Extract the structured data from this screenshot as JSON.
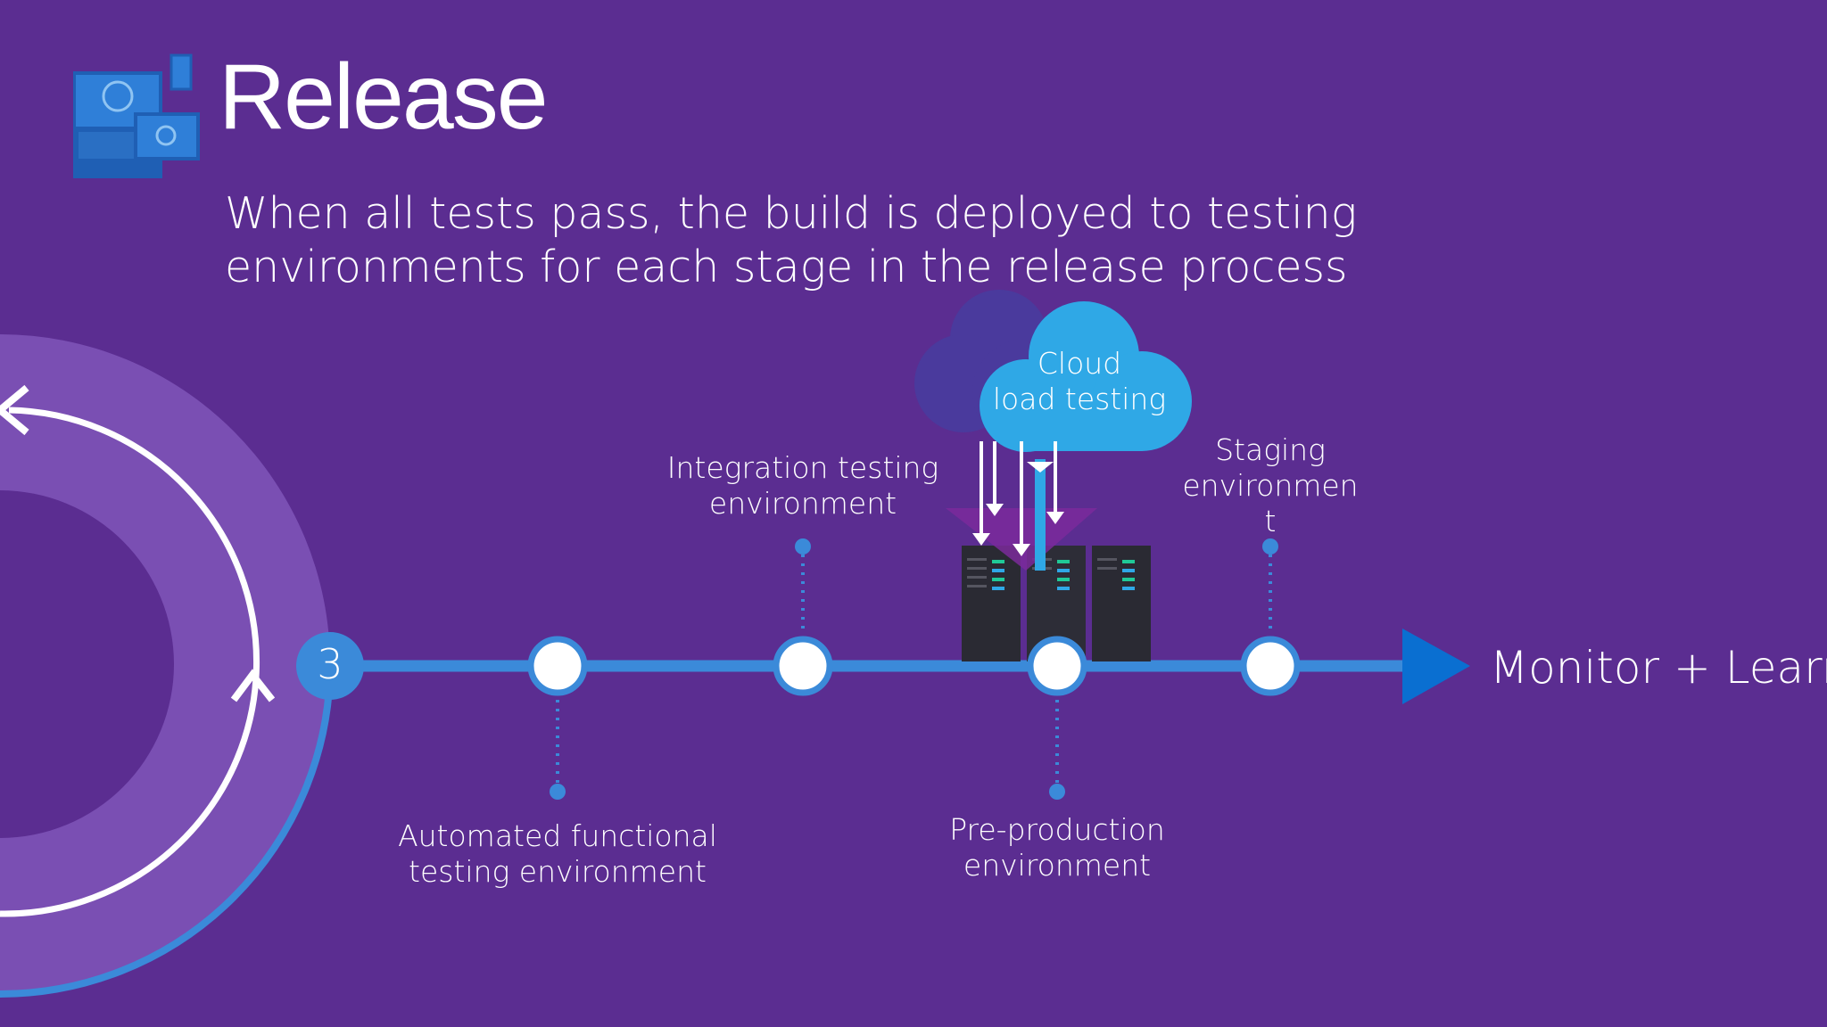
{
  "slide": {
    "title": "Release",
    "subtitle": "When all tests pass, the build is deployed to testing environments for each stage in the release process",
    "step_number": "3",
    "end_label": "Monitor + Learn"
  },
  "cloud": {
    "label_line1": "Cloud",
    "label_line2": "load testing"
  },
  "stages": [
    {
      "label": "Automated functional\ntesting environment"
    },
    {
      "label": "Integration testing\nenvironment"
    },
    {
      "label": "Pre-production\nenvironment"
    },
    {
      "label": "Staging\nenvironmen\nt"
    }
  ],
  "colors": {
    "background": "#5b2d91",
    "ring": "#7a4fb3",
    "timeline": "#3b8ad9",
    "cloud": "#2fa8e6",
    "arrow_head": "#0a6fd1"
  },
  "icons": {
    "header": "devices-globe-icon",
    "servers": "server-rack-icon",
    "cloud": "cloud-icon"
  }
}
